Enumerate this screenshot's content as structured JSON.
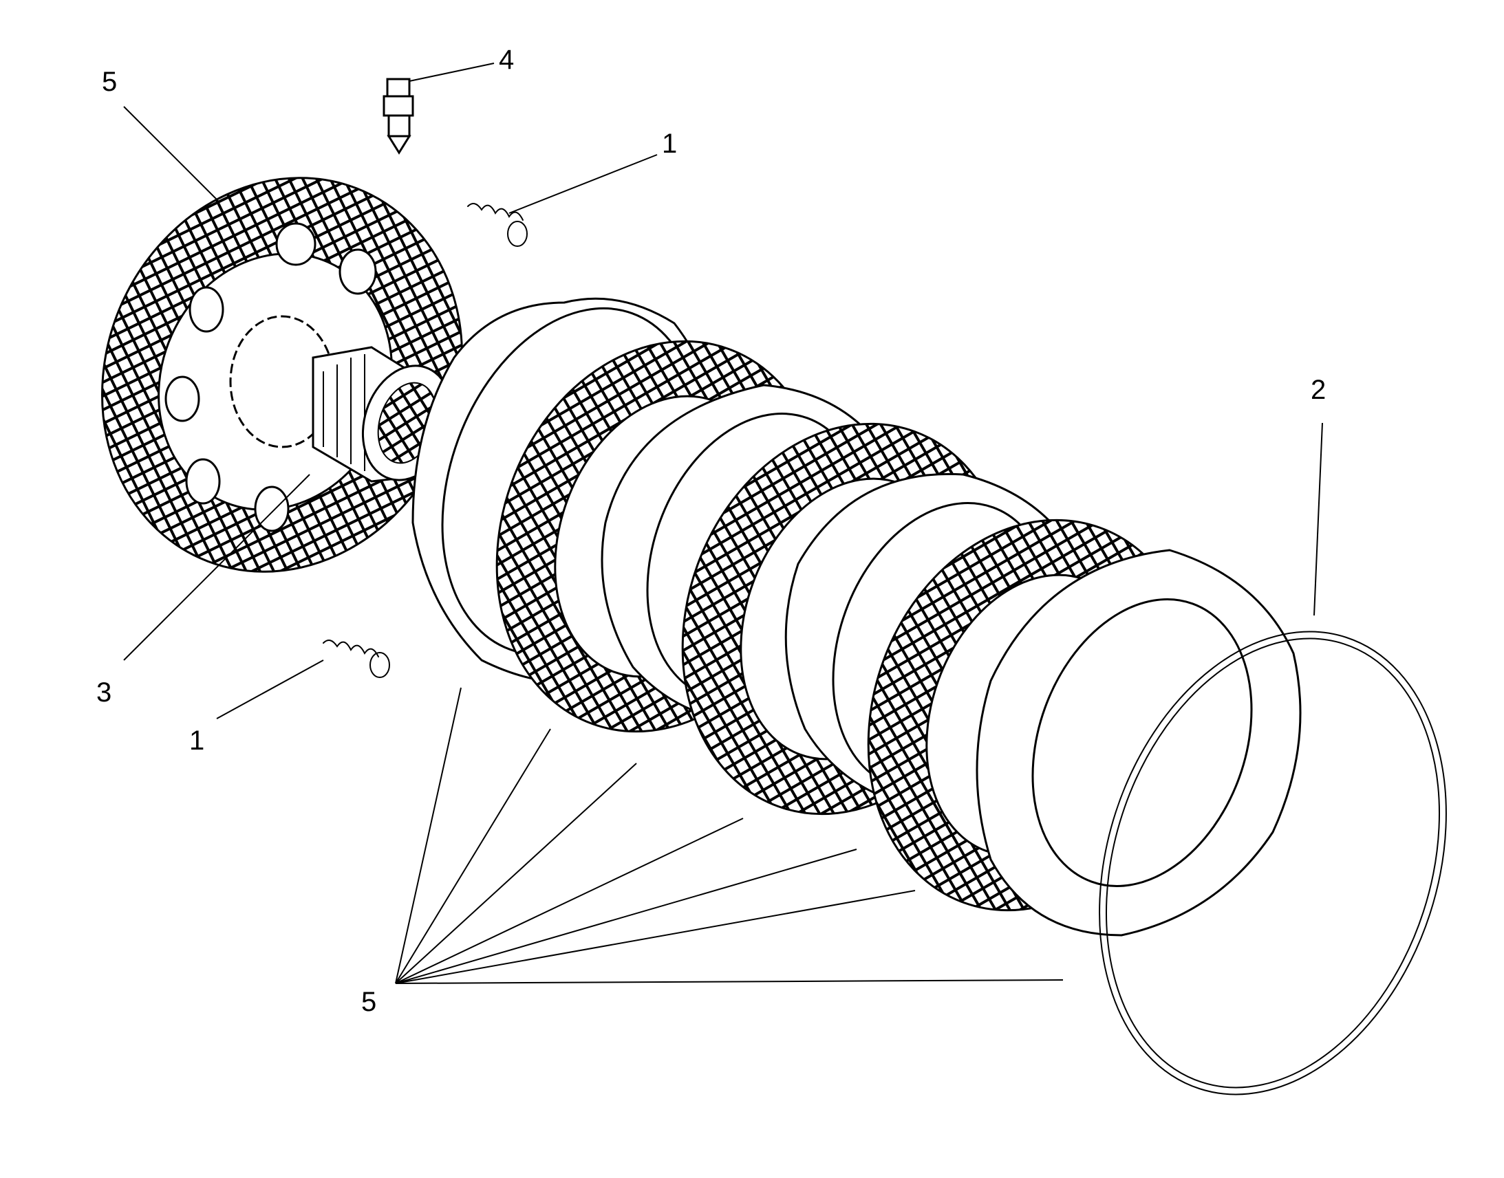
{
  "callouts": [
    {
      "id": "c5a",
      "text": "5"
    },
    {
      "id": "c4",
      "text": "4"
    },
    {
      "id": "c1a",
      "text": "1"
    },
    {
      "id": "c2",
      "text": "2"
    },
    {
      "id": "c3",
      "text": "3"
    },
    {
      "id": "c1b",
      "text": "1"
    },
    {
      "id": "c5b",
      "text": "5"
    }
  ],
  "colors": {
    "line": "#000000",
    "background": "#ffffff"
  }
}
